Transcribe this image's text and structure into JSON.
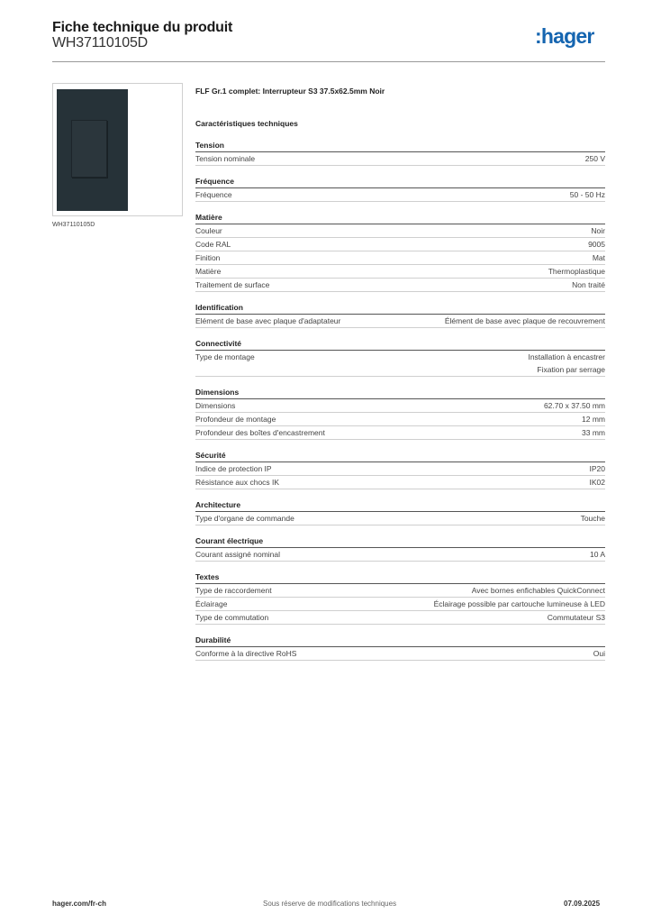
{
  "header": {
    "title": "Fiche technique du produit",
    "subtitle": "WH37110105D",
    "logo": ":hager",
    "logo_color": "#1565b0"
  },
  "image": {
    "caption": "WH37110105D",
    "plate_color": "#263238"
  },
  "product": {
    "title": "FLF Gr.1 complet: Interrupteur S3 37.5x62.5mm Noir",
    "specs_heading": "Caractéristiques techniques"
  },
  "sections": [
    {
      "title": "Tension",
      "rows": [
        {
          "label": "Tension nominale",
          "value": "250 V"
        }
      ]
    },
    {
      "title": "Fréquence",
      "rows": [
        {
          "label": "Fréquence",
          "value": "50 - 50 Hz"
        }
      ]
    },
    {
      "title": "Matière",
      "rows": [
        {
          "label": "Couleur",
          "value": "Noir"
        },
        {
          "label": "Code RAL",
          "value": "9005"
        },
        {
          "label": "Finition",
          "value": "Mat"
        },
        {
          "label": "Matière",
          "value": "Thermoplastique"
        },
        {
          "label": "Traitement de surface",
          "value": "Non traité"
        }
      ]
    },
    {
      "title": "Identification",
      "rows": [
        {
          "label": "Elément de base avec plaque d'adaptateur",
          "value": "Élément de base avec plaque de recouvrement"
        }
      ]
    },
    {
      "title": "Connectivité",
      "rows": [
        {
          "label": "Type de montage",
          "value": "Installation à encastrer",
          "value2": "Fixation par serrage"
        }
      ]
    },
    {
      "title": "Dimensions",
      "rows": [
        {
          "label": "Dimensions",
          "value": "62.70 x 37.50 mm"
        },
        {
          "label": "Profondeur de montage",
          "value": "12 mm"
        },
        {
          "label": "Profondeur des boîtes d'encastrement",
          "value": "33 mm"
        }
      ]
    },
    {
      "title": "Sécurité",
      "rows": [
        {
          "label": "Indice de protection IP",
          "value": "IP20"
        },
        {
          "label": "Résistance aux chocs IK",
          "value": "IK02"
        }
      ]
    },
    {
      "title": "Architecture",
      "rows": [
        {
          "label": "Type d'organe de commande",
          "value": "Touche"
        }
      ]
    },
    {
      "title": "Courant électrique",
      "rows": [
        {
          "label": "Courant assigné nominal",
          "value": "10 A"
        }
      ]
    },
    {
      "title": "Textes",
      "rows": [
        {
          "label": "Type de raccordement",
          "value": "Avec bornes enfichables QuickConnect"
        },
        {
          "label": "Éclairage",
          "value": "Éclairage possible par cartouche lumineuse à LED"
        },
        {
          "label": "Type de commutation",
          "value": "Commutateur S3"
        }
      ]
    },
    {
      "title": "Durabilité",
      "rows": [
        {
          "label": "Conforme à la directive RoHS",
          "value": "Oui"
        }
      ]
    }
  ],
  "footer": {
    "left": "hager.com/fr-ch",
    "middle": "Sous réserve de modifications techniques",
    "right": "07.09.2025"
  }
}
